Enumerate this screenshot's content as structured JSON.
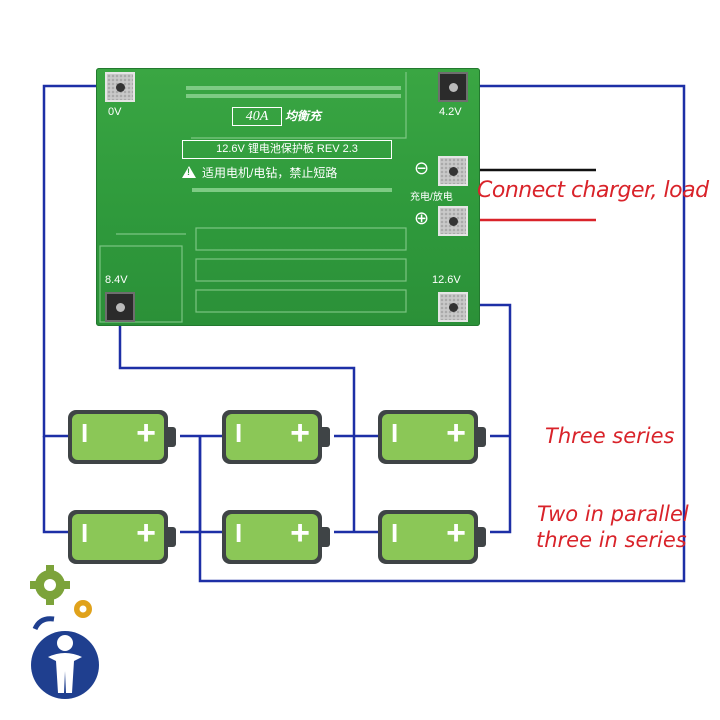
{
  "board": {
    "pad_labels": {
      "p0v": "0V",
      "p84v": "8.4V",
      "p42v": "4.2V",
      "p126v": "12.6V"
    },
    "rating": "40A",
    "rating_note": "均衡充",
    "spec": "12.6V 锂电池保护板 REV 2.3",
    "warning": "适用电机/电钻，禁止短路",
    "charge_discharge": "充电/放电",
    "minus_symbol": "⊖",
    "plus_symbol": "⊕"
  },
  "annotations": {
    "connect": "Connect charger, load",
    "three_series": "Three series",
    "parallel_line1": "Two in parallel",
    "parallel_line2": "three in series"
  },
  "battery": {
    "neg": "I",
    "pos": "+"
  },
  "colors": {
    "wire_blue": "#1d2fa6",
    "wire_black": "#111111",
    "wire_red": "#d9232a",
    "text_red": "#d9232a",
    "pcb_green": "#2f9a3c",
    "cell_green": "#8bc757"
  },
  "icons": [
    "logo-gears-icon",
    "logo-person-icon"
  ]
}
